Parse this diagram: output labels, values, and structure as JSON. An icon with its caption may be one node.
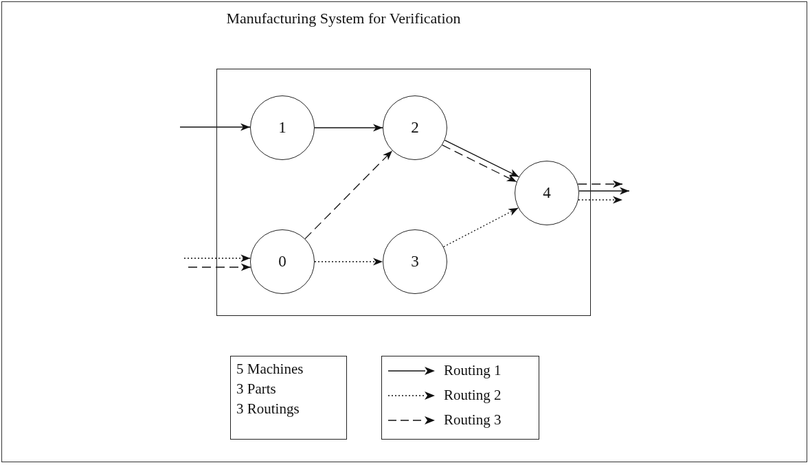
{
  "diagram": {
    "title": "Manufacturing System for Verification",
    "nodes": [
      {
        "text": [],
        "shape": "box"
      },
      {
        "text": [
          "1"
        ],
        "in": 0
      },
      {
        "text": [
          "2"
        ],
        "in": 0
      },
      {
        "text": [
          "0"
        ],
        "in": 0
      },
      {
        "text": [
          "3"
        ],
        "in": 0
      },
      {
        "text": [
          "4"
        ],
        "in": 0
      },
      {
        "text": [
          "5 Machines",
          "3 Parts",
          "3 Routings"
        ]
      }
    ],
    "edges": [
      {
        "from": null,
        "to": 1,
        "arrow": "to"
      },
      {
        "from": 1,
        "to": 2,
        "arrow": "to"
      },
      {
        "from": 2,
        "to": 5,
        "arrow": "to"
      },
      {
        "from": 5,
        "to": null,
        "arrow": "to"
      },
      {
        "from": null,
        "to": 3,
        "arrow": "to",
        "style": "dashed"
      },
      {
        "from": 3,
        "to": 4,
        "arrow": "to",
        "style": "dashed"
      },
      {
        "from": 4,
        "to": 5,
        "arrow": "to",
        "style": "dashed"
      },
      {
        "from": 5,
        "to": null,
        "arrow": "to",
        "style": "dashed"
      },
      {
        "from": null,
        "to": 3,
        "arrow": "to",
        "style": "dashed"
      },
      {
        "from": 3,
        "to": 2,
        "arrow": "to",
        "style": "dashed"
      },
      {
        "from": 2,
        "to": 5,
        "arrow": "to",
        "style": "dashed"
      },
      {
        "from": 5,
        "to": null,
        "arrow": "to",
        "style": "dashed"
      }
    ],
    "legend": [
      {
        "text": "Routing 1"
      },
      {
        "text": "Routing 2"
      },
      {
        "text": "Routing 3"
      }
    ]
  }
}
